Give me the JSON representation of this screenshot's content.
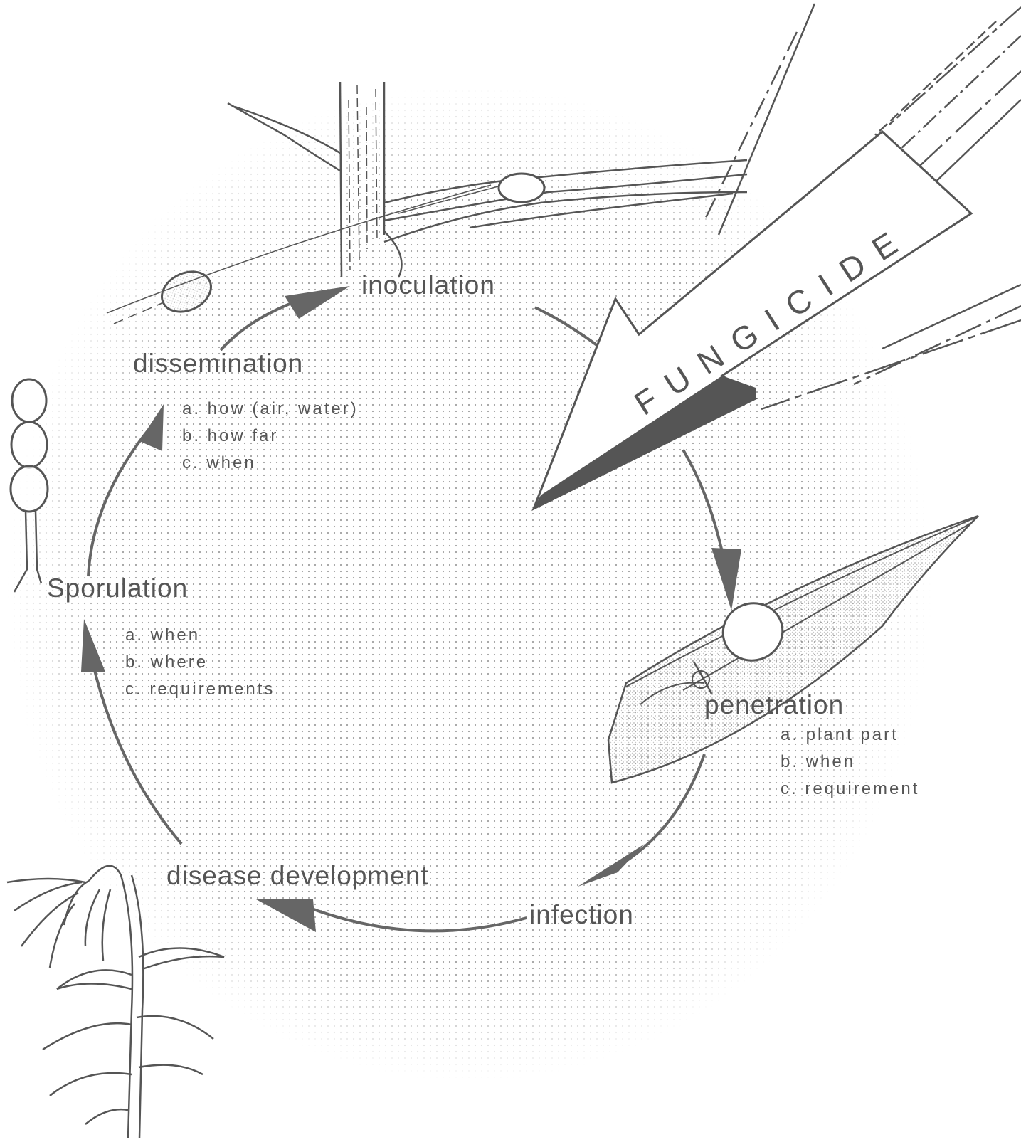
{
  "diagram": {
    "colors": {
      "ink": "#555555",
      "arrow": "#666666",
      "stipple": "#9a9a9a",
      "background": "#ffffff"
    },
    "fungicide_label": "FUNGICIDE",
    "stages": {
      "inoculation": {
        "label": "inoculation",
        "notes": []
      },
      "dissemination": {
        "label": "dissemination",
        "notes": [
          "a. how (air, water)",
          "b. how far",
          "c. when"
        ]
      },
      "sporulation": {
        "label": "Sporulation",
        "notes": [
          "a. when",
          "b. where",
          "c. requirements"
        ]
      },
      "penetration": {
        "label": "penetration",
        "notes": [
          "a. plant part",
          "b. when",
          "c. requirement"
        ]
      },
      "infection": {
        "label": "infection",
        "notes": []
      },
      "disease_development": {
        "label": "disease development",
        "notes": []
      }
    },
    "illustrations": [
      "tree-branch-with-spore",
      "spore-chain",
      "leaf-with-germinating-spore",
      "wilted-seedling"
    ]
  }
}
